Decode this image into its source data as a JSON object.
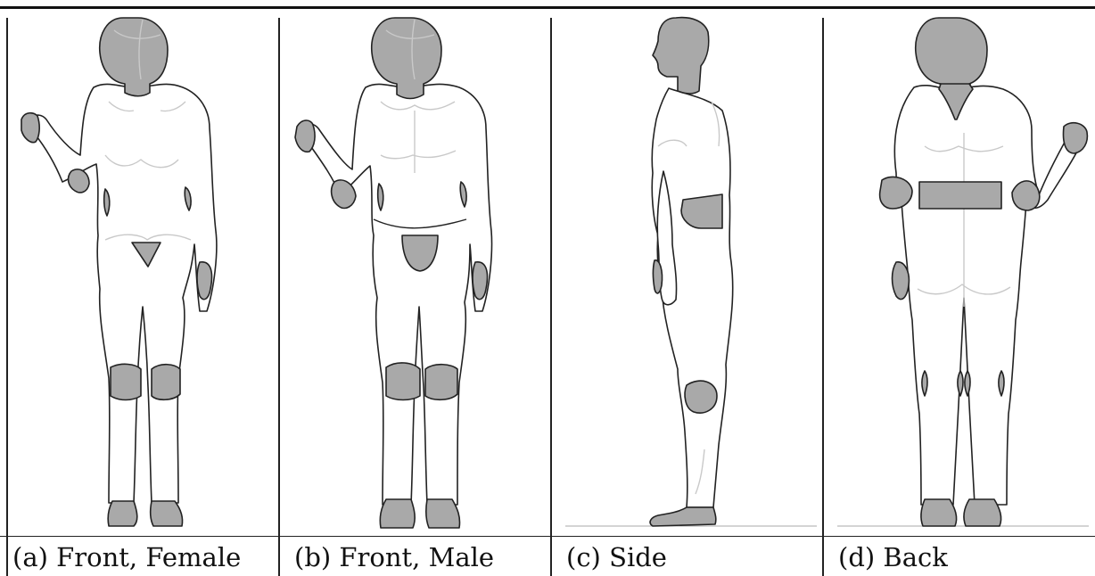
{
  "panels": [
    {
      "id": "a",
      "caption": "(a) Front, Female"
    },
    {
      "id": "b",
      "caption": "(b) Front, Male"
    },
    {
      "id": "c",
      "caption": "(c) Side"
    },
    {
      "id": "d",
      "caption": "(d) Back"
    }
  ],
  "colors": {
    "body_fill": "#ffffff",
    "highlight_fill": "#a9a9a9",
    "outline": "#222222"
  }
}
